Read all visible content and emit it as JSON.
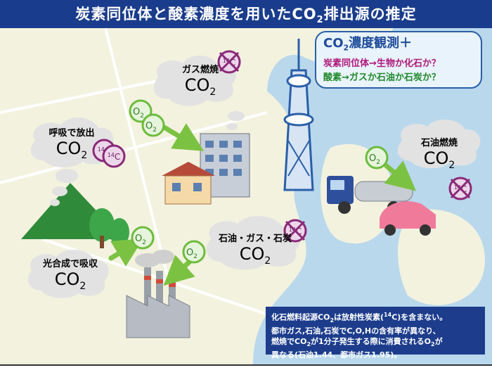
{
  "title": {
    "main": "炭素同位体と酸素濃度を用いたCO",
    "sub": "2",
    "tail": "排出源の推定"
  },
  "info_box": {
    "title_prefix": "CO",
    "title_sub": "2",
    "title_suffix": "濃度観測＋",
    "line1": "炭素同位体→生物か化石か？",
    "line2": "酸素→ガスか石油か石炭か？",
    "line1_color": "#b0187c",
    "line2_color": "#1f8a2a"
  },
  "clouds": {
    "gas": {
      "label": "ガス燃焼",
      "co": "CO",
      "sub": "2"
    },
    "respiration": {
      "label": "呼吸で放出",
      "co": "CO",
      "sub": "2"
    },
    "photosynthesis": {
      "label": "光合成で吸収",
      "co": "CO",
      "sub": "2"
    },
    "oil": {
      "label": "石油燃焼",
      "co": "CO",
      "sub": "2"
    },
    "fossil": {
      "label": "石油・ガス・石炭",
      "co": "CO",
      "sub": "2"
    }
  },
  "badges": {
    "c14": "14",
    "c14_symbol": "C",
    "o2": "O",
    "o2_sub": "2"
  },
  "note": {
    "line1_a": "化石燃料起源CO",
    "line1_sub": "2",
    "line1_b": "は放射性炭素(",
    "line1_sup": "14",
    "line1_c": "C)を含まない。",
    "line2": "都市ガス,石油,石炭でC,O,Hの含有率が異なり、",
    "line3_a": "燃焼でCO",
    "line3_sub": "2",
    "line3_b": "が1分子発生する際に消費されるO",
    "line3_sub2": "2",
    "line3_c": "が",
    "line4": "異なる(石油1.44、都市ガス1.95)。"
  },
  "colors": {
    "title_bg": "#1a3c8c",
    "water": "#b9d8ec",
    "land": "#f3f2df",
    "cloud": "#e2e2e2",
    "o2_green": "#6cbc3c",
    "c14_purple": "#8a2a78",
    "arrow_green": "#7cc242"
  }
}
